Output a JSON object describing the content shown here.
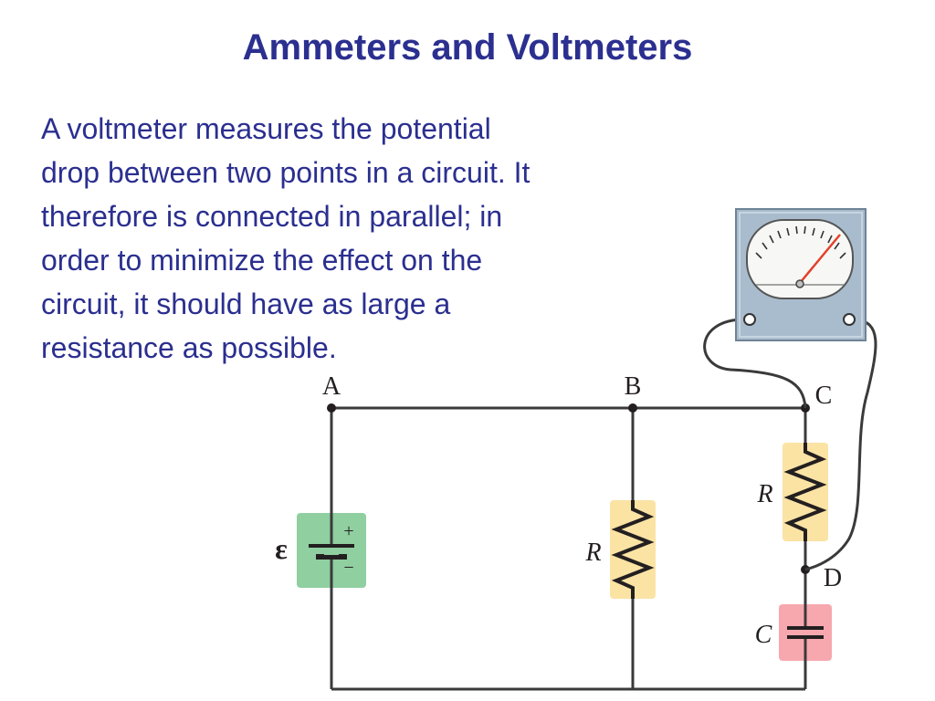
{
  "title": "Ammeters and Voltmeters",
  "body_lines": [
    "A voltmeter measures the potential",
    "drop between two points in a circuit. It",
    "therefore is connected in parallel; in",
    "order to minimize the effect on the",
    "circuit, it should have as large a",
    "resistance as possible."
  ],
  "circuit": {
    "node_labels": {
      "a": "A",
      "b": "B",
      "c": "C",
      "d": "D"
    },
    "battery": {
      "symbol": "ε",
      "plus": "+",
      "minus": "−"
    },
    "resistor_middle_label": "R",
    "resistor_right_label": "R",
    "capacitor_label": "C"
  },
  "colors": {
    "title": "#2b2f8f",
    "text": "#2b2f8f",
    "battery_fill": "#8fcfa0",
    "resistor_fill": "#fbe3a4",
    "capacitor_fill": "#f7a8ae",
    "meter_body": "#a9bccd"
  }
}
